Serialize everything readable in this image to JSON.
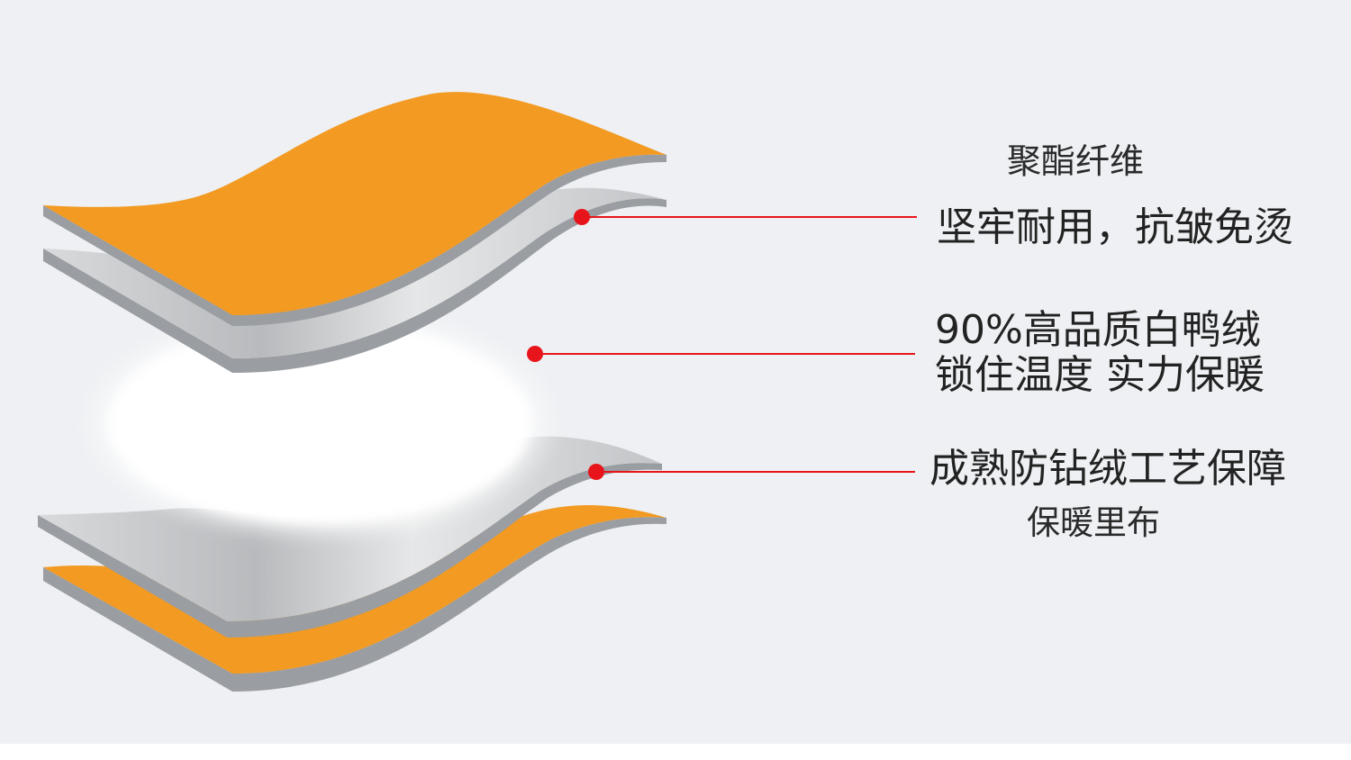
{
  "callouts": {
    "outer_fabric": {
      "title": "聚酯纤维",
      "description": "坚牢耐用，抗皱免烫"
    },
    "filling": {
      "line1": "90%高品质白鸭绒",
      "line2": "锁住温度 实力保暖"
    },
    "lining": {
      "title": "成熟防钻绒工艺保障",
      "description": "保暖里布"
    }
  },
  "colors": {
    "background": "#eef0f3",
    "fabric_orange": "#f29a22",
    "silver": "#c9cbce",
    "down_white": "#ffffff",
    "pointer_red": "#e8141b"
  }
}
